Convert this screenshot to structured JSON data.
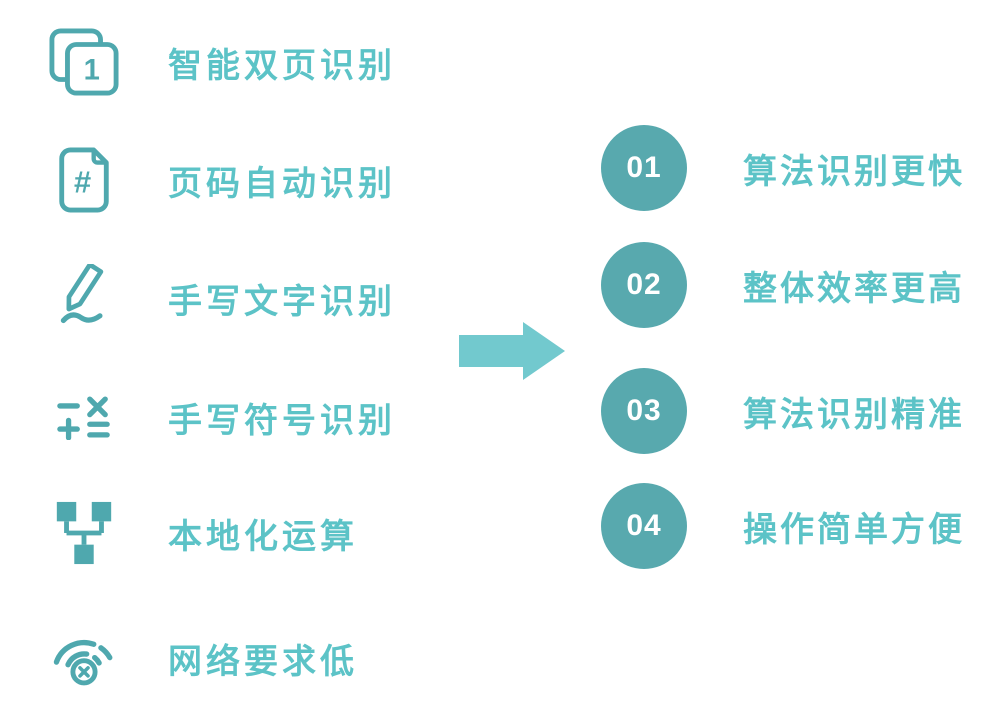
{
  "palette": {
    "icon": "#4FA8AE",
    "label": "#5CC3C7",
    "circle": "#58A9AE",
    "circle_text": "#FFFFFF",
    "arrow": "#72C9CE"
  },
  "left_features": {
    "items": [
      {
        "icon": "dual-page-icon",
        "icon_text": "1",
        "label": "智能双页识别"
      },
      {
        "icon": "page-number-icon",
        "icon_text": "#",
        "label": "页码自动识别"
      },
      {
        "icon": "handwriting-pen-icon",
        "label": "手写文字识别"
      },
      {
        "icon": "math-symbols-icon",
        "label": "手写符号识别"
      },
      {
        "icon": "local-compute-icon",
        "label": "本地化运算"
      },
      {
        "icon": "wifi-blocked-icon",
        "label": "网络要求低"
      }
    ]
  },
  "arrow": {
    "icon": "right-arrow-icon",
    "direction": "right"
  },
  "benefits": {
    "items": [
      {
        "number": "01",
        "label": "算法识别更快"
      },
      {
        "number": "02",
        "label": "整体效率更高"
      },
      {
        "number": "03",
        "label": "算法识别精准"
      },
      {
        "number": "04",
        "label": "操作简单方便"
      }
    ]
  }
}
